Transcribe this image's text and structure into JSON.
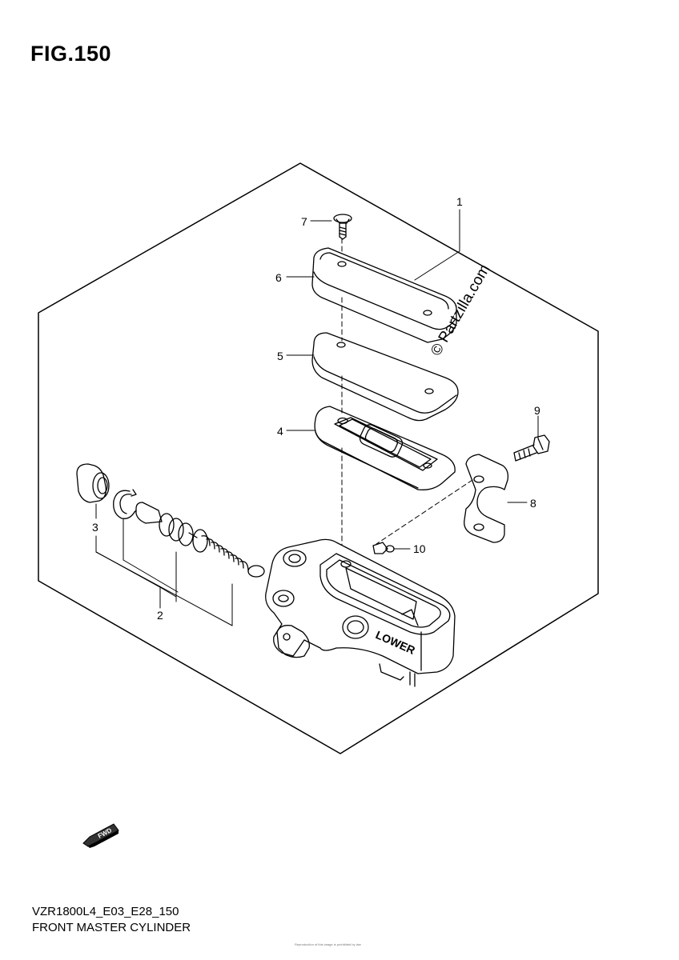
{
  "figure": {
    "title": "FIG.150"
  },
  "callouts": [
    {
      "id": "1",
      "label": "1"
    },
    {
      "id": "2",
      "label": "2"
    },
    {
      "id": "3",
      "label": "3"
    },
    {
      "id": "4",
      "label": "4"
    },
    {
      "id": "5",
      "label": "5"
    },
    {
      "id": "6",
      "label": "6"
    },
    {
      "id": "7",
      "label": "7"
    },
    {
      "id": "8",
      "label": "8"
    },
    {
      "id": "9",
      "label": "9"
    },
    {
      "id": "10",
      "label": "10"
    }
  ],
  "body_marking": "LOWER",
  "watermark": "© Partzilla.com",
  "fwd_arrow": {
    "label": "FWD"
  },
  "footer": {
    "model_code": "VZR1800L4_E03_E28_150",
    "part_name": "FRONT MASTER CYLINDER",
    "fine_print": "Reproduction of this image is prohibited by law"
  }
}
